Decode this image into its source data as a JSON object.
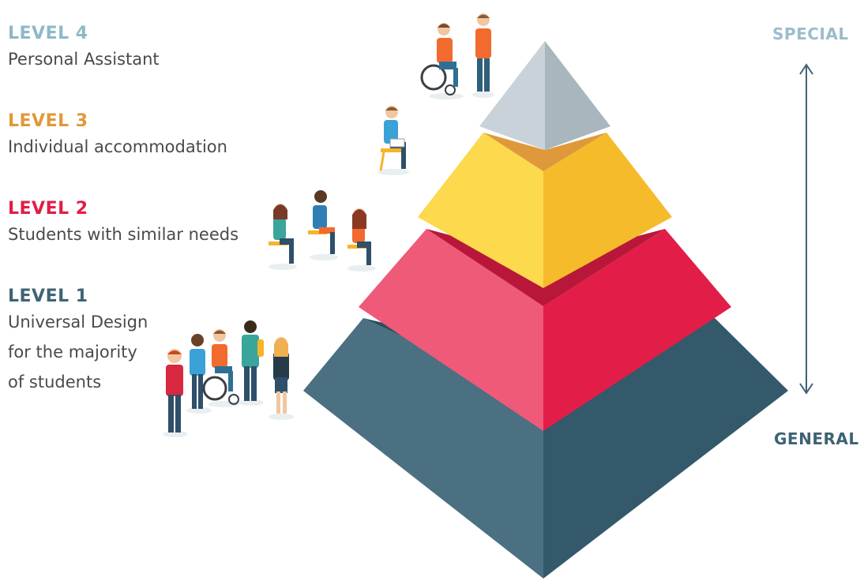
{
  "levels": [
    {
      "id": "level-4",
      "title": "LEVEL 4",
      "description": [
        "Personal Assistant"
      ],
      "color": "#8fb8c8"
    },
    {
      "id": "level-3",
      "title": "LEVEL 3",
      "description": [
        "Individual accommodation"
      ],
      "color": "#e0993a"
    },
    {
      "id": "level-2",
      "title": "LEVEL 2",
      "description": [
        "Students with similar needs"
      ],
      "color": "#e21d48"
    },
    {
      "id": "level-1",
      "title": "LEVEL 1",
      "description": [
        "Universal Design",
        "for the majority",
        "of students"
      ],
      "color": "#3f6475"
    }
  ],
  "scale": {
    "top_label": "SPECIAL",
    "bottom_label": "GENERAL",
    "top_color": "#9bbccb",
    "bottom_color": "#3e6273",
    "arrow_color": "#3e6273"
  },
  "pyramid_colors": {
    "tier4": [
      "#c8d2d8",
      "#a9b6bd"
    ],
    "tier3": [
      "#fcd94d",
      "#f5bb2a",
      "#e0993a"
    ],
    "tier2": [
      "#ef5a78",
      "#e21d48",
      "#b8173a"
    ],
    "tier1": [
      "#4b7082",
      "#33596b",
      "#2b4d5d"
    ]
  }
}
